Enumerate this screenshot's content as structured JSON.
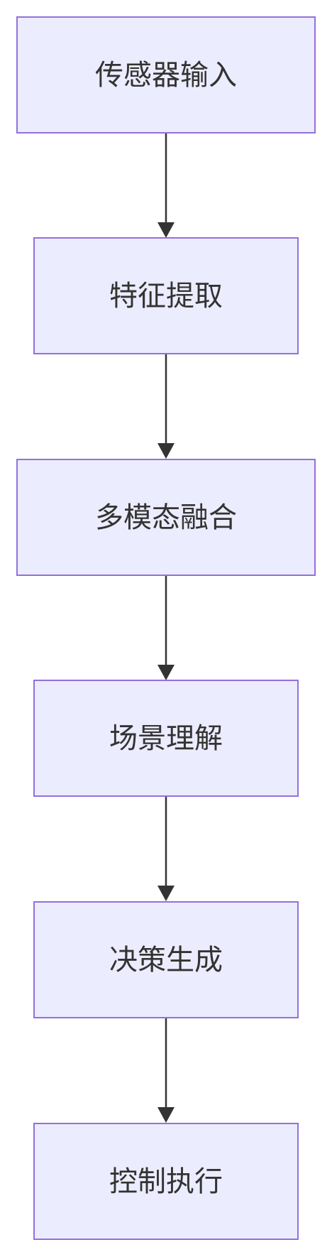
{
  "diagram": {
    "type": "flowchart",
    "direction": "top-to-bottom",
    "colors": {
      "node_fill": "#ECECFF",
      "node_stroke": "#9370DB",
      "edge": "#333333",
      "text": "#333333"
    },
    "nodes": [
      {
        "id": "n1",
        "label": "传感器输入"
      },
      {
        "id": "n2",
        "label": "特征提取"
      },
      {
        "id": "n3",
        "label": "多模态融合"
      },
      {
        "id": "n4",
        "label": "场景理解"
      },
      {
        "id": "n5",
        "label": "决策生成"
      },
      {
        "id": "n6",
        "label": "控制执行"
      }
    ],
    "edges": [
      {
        "from": "n1",
        "to": "n2"
      },
      {
        "from": "n2",
        "to": "n3"
      },
      {
        "from": "n3",
        "to": "n4"
      },
      {
        "from": "n4",
        "to": "n5"
      },
      {
        "from": "n5",
        "to": "n6"
      }
    ]
  }
}
